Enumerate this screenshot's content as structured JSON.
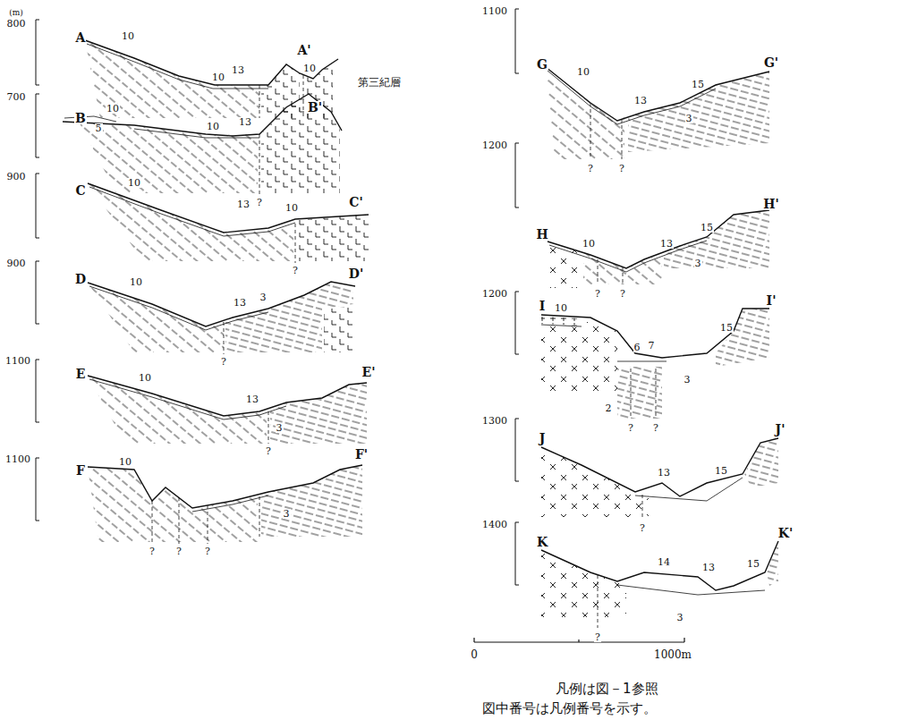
{
  "diagram": {
    "labels": [
      "(m)",
      "800",
      "A",
      "10",
      "10",
      "13",
      "10",
      "A'",
      "第三紀層",
      "700",
      "B",
      "10",
      "5",
      "10",
      "13",
      "?",
      "B'",
      "900",
      "C",
      "10",
      "13",
      "10",
      "C'",
      "?",
      "900",
      "D",
      "10",
      "13",
      "3",
      "?",
      "D'",
      "1100",
      "E",
      "10",
      "13",
      "3",
      "?",
      "E'",
      "1100",
      "F",
      "10",
      "3",
      "?",
      "?",
      "?",
      "F'",
      "1100",
      "G",
      "10",
      "13",
      "15",
      "3",
      "G'",
      "?",
      "?",
      "1200",
      "H",
      "10",
      "13",
      "15",
      "3",
      "H'",
      "?",
      "?",
      "1200",
      "I",
      "10",
      "I'",
      "15",
      "6",
      "7",
      "3",
      "2",
      "?",
      "?",
      "1300",
      "J",
      "13",
      "15",
      "J'",
      "?",
      "1400",
      "K",
      "14",
      "13",
      "15",
      "3",
      "K'",
      "?",
      "0",
      "1000m",
      "凡例は図－1参照",
      "図中番号は凡例番号を示す。"
    ]
  }
}
